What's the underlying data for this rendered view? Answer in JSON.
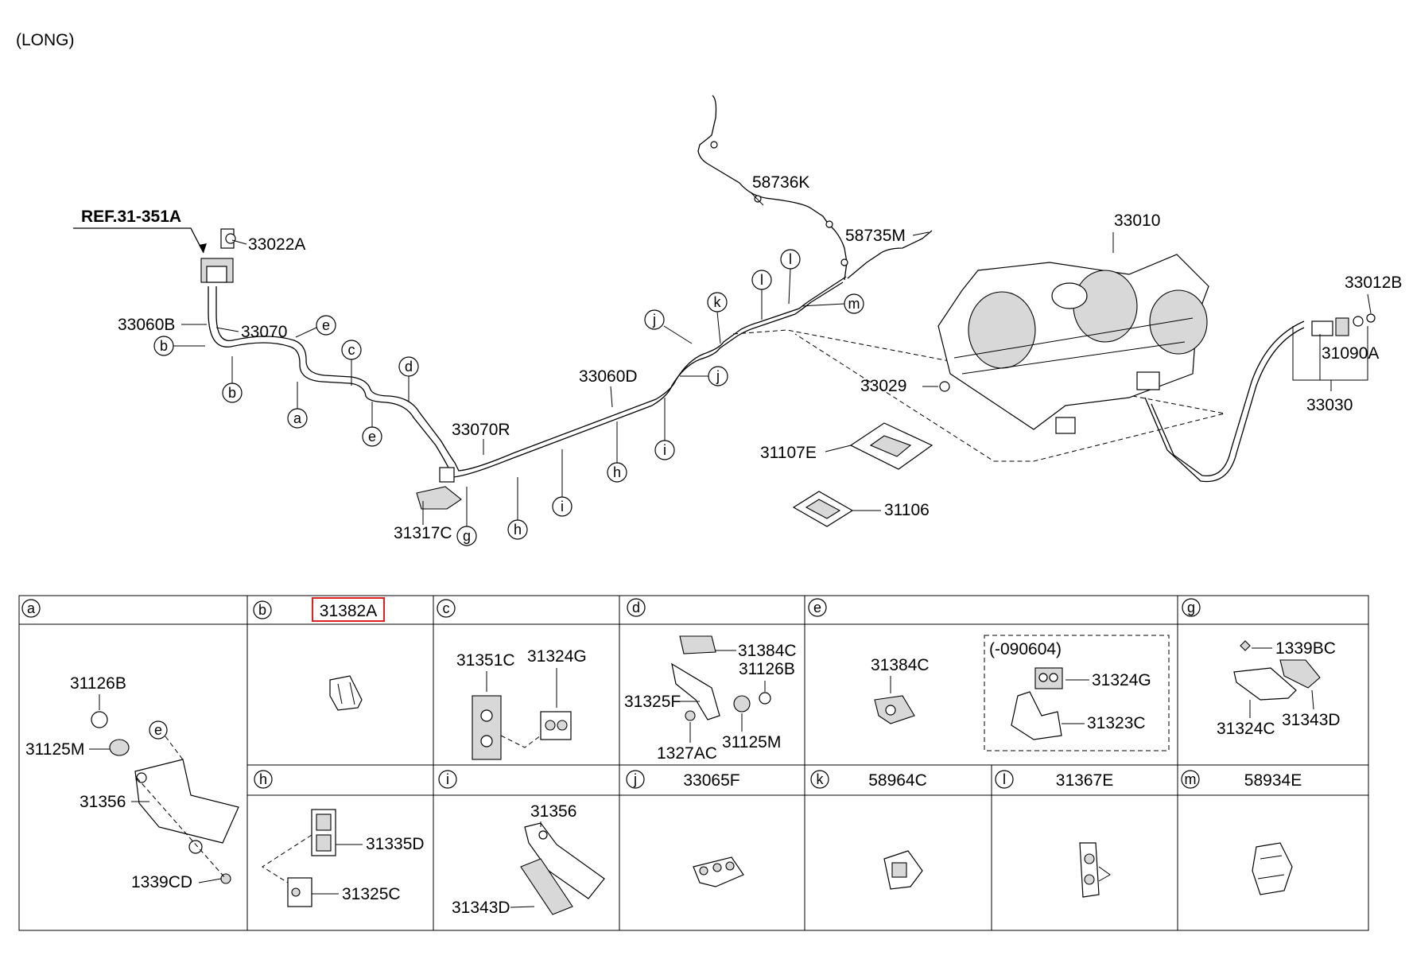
{
  "header": {
    "variant": "(LONG)"
  },
  "reference": {
    "text": "REF.31-351A"
  },
  "part_numbers": {
    "p33022A": "33022A",
    "p33060B": "33060B",
    "p33070": "33070",
    "p33070R": "33070R",
    "p33060D": "33060D",
    "p58736K": "58736K",
    "p58735M": "58735M",
    "p33010": "33010",
    "p33012B": "33012B",
    "p31090A": "31090A",
    "p33030": "33030",
    "p33029": "33029",
    "p31107E": "31107E",
    "p31106": "31106",
    "p31317C": "31317C"
  },
  "callouts": [
    "a",
    "b",
    "c",
    "d",
    "e",
    "g",
    "h",
    "i",
    "j",
    "k",
    "l",
    "m"
  ],
  "table": {
    "a": {
      "letter": "a",
      "parts": [
        "31126B",
        "31125M",
        "31356",
        "1339CD"
      ],
      "ref": "e"
    },
    "b": {
      "letter": "b",
      "title": "31382A"
    },
    "c": {
      "letter": "c",
      "parts": [
        "31351C",
        "31324G"
      ]
    },
    "d": {
      "letter": "d",
      "parts": [
        "31384C",
        "31126B",
        "31325F",
        "1327AC",
        "31125M"
      ]
    },
    "e": {
      "letter": "e",
      "parts": [
        "31384C"
      ],
      "group_label": "(-090604)",
      "group_parts": [
        "31324G",
        "31323C"
      ]
    },
    "g": {
      "letter": "g",
      "parts": [
        "1339BC",
        "31324C",
        "31343D"
      ]
    },
    "h": {
      "letter": "h",
      "parts": [
        "31335D",
        "31325C"
      ]
    },
    "i": {
      "letter": "i",
      "parts": [
        "31356",
        "31343D"
      ]
    },
    "j": {
      "letter": "j",
      "title": "33065F"
    },
    "k": {
      "letter": "k",
      "title": "58964C"
    },
    "l": {
      "letter": "l",
      "title": "31367E"
    },
    "m": {
      "letter": "m",
      "title": "58934E"
    }
  },
  "colors": {
    "line": "#000000",
    "highlight": "#e02020",
    "fill": "#d8d8d8"
  }
}
